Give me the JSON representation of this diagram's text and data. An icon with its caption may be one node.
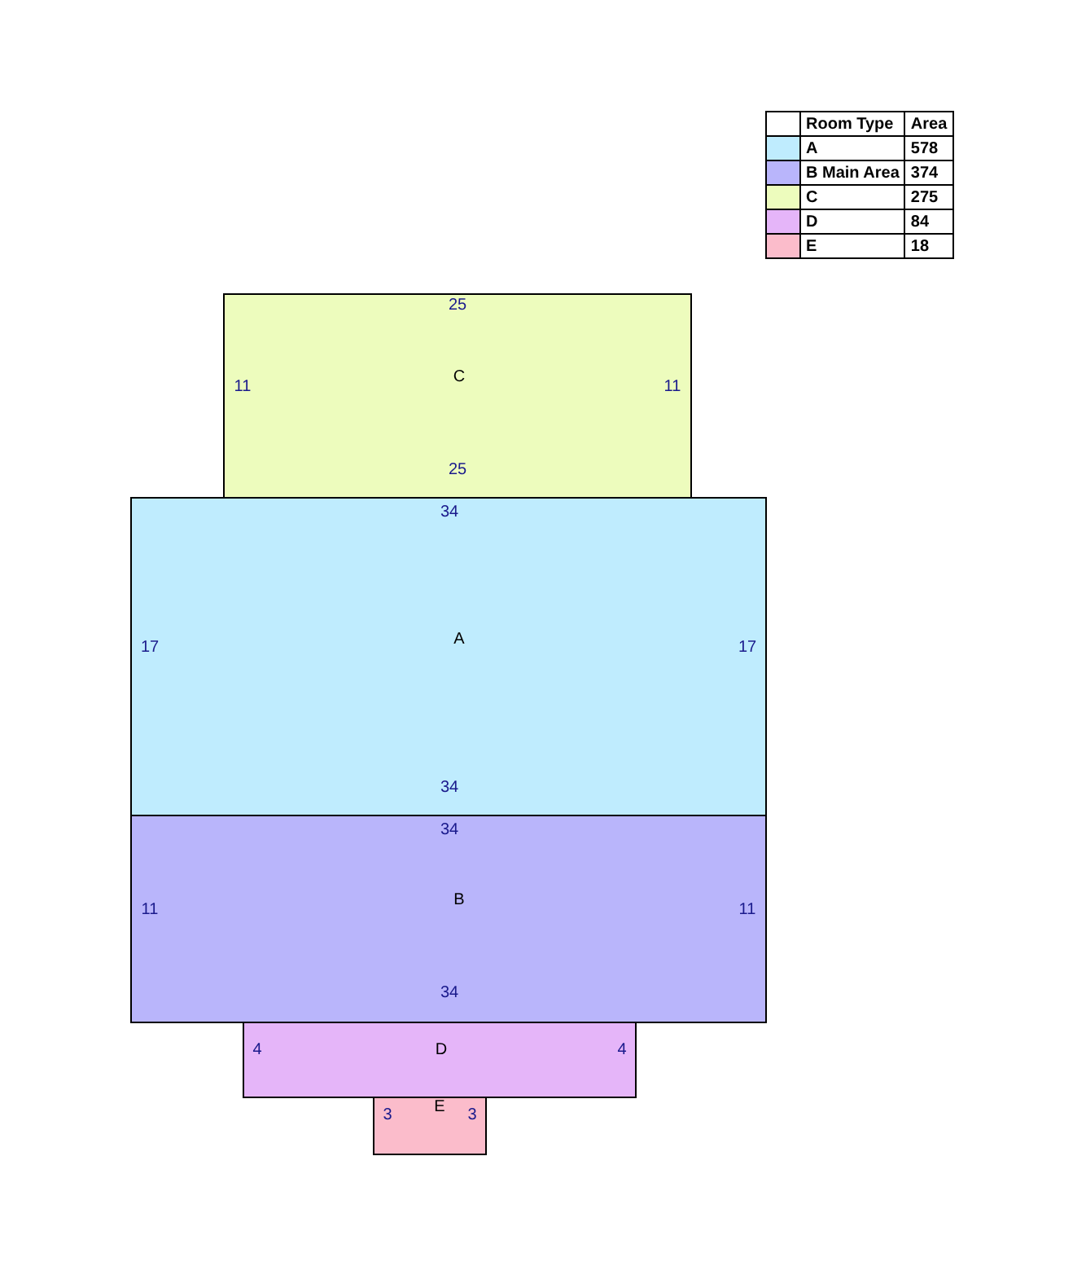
{
  "diagram": {
    "nodes": [
      {
        "text": [
          "25",
          "11",
          "C",
          "11",
          "25"
        ]
      },
      {
        "text": [
          "34",
          "17",
          "A",
          "17",
          "34"
        ]
      },
      {
        "text": [
          "34",
          "11",
          "B",
          "11",
          "34"
        ]
      },
      {
        "text": [
          "4",
          "D",
          "4"
        ]
      },
      {
        "text": [
          "3",
          "E",
          "3"
        ]
      }
    ],
    "edges": [],
    "labels": [
      "Room Type",
      "Area",
      "578",
      "374",
      "275",
      "84",
      "18"
    ],
    "legend": [
      {
        "text": "A",
        "color": "#bfecfe"
      },
      {
        "text": "B Main Area",
        "color": "#b9b5fb"
      },
      {
        "text": "C",
        "color": "#edfcbd"
      },
      {
        "text": "D",
        "color": "#e5b5f9"
      },
      {
        "text": "E",
        "color": "#fbbccb"
      }
    ]
  }
}
